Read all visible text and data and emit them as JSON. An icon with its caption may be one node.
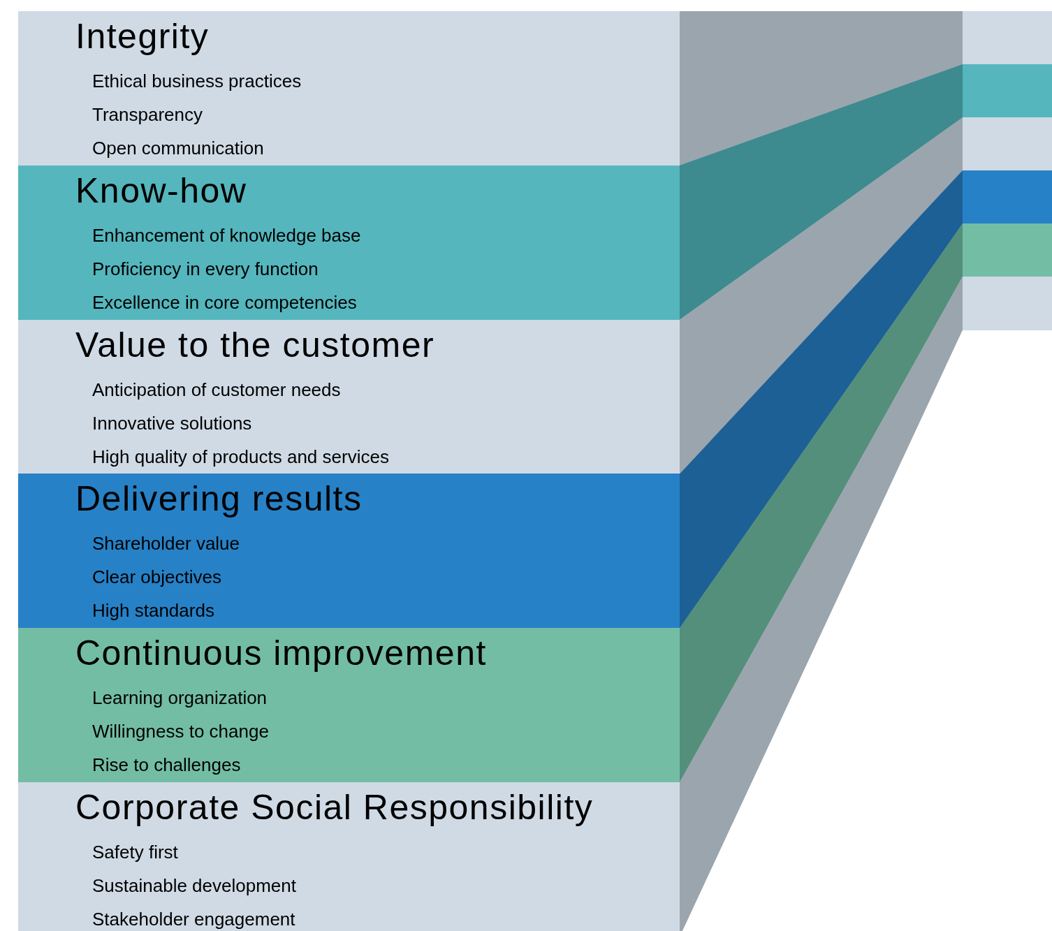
{
  "diagram": {
    "nodes": [
      {
        "text": [
          "Integrity",
          "Ethical business practices",
          "Transparency",
          "Open communication"
        ]
      },
      {
        "text": [
          "Know-how",
          "Enhancement of knowledge base",
          "Proficiency in every function",
          "Excellence in core competencies"
        ]
      },
      {
        "text": [
          "Value to the customer",
          "Anticipation of customer needs",
          "Innovative solutions",
          "High quality of products and services"
        ]
      },
      {
        "text": [
          "Delivering results",
          "Shareholder value",
          "Clear objectives",
          "High standards"
        ]
      },
      {
        "text": [
          "Continuous improvement",
          "Learning organization",
          "Willingness to change",
          "Rise to challenges"
        ]
      },
      {
        "text": [
          "Corporate Social Responsibility",
          "Safety first",
          "Sustainable development",
          "Stakeholder engagement"
        ]
      },
      {
        "text": [],
        "shape": "bar"
      },
      {
        "text": [],
        "shape": "bar"
      },
      {
        "text": [],
        "shape": "bar"
      },
      {
        "text": [],
        "shape": "bar"
      },
      {
        "text": [],
        "shape": "bar"
      },
      {
        "text": [],
        "shape": "bar"
      }
    ],
    "edges": [
      {
        "from": 0,
        "to": 6,
        "arrow": "none",
        "style": "thick",
        "color": "#9ba5ae"
      },
      {
        "from": 1,
        "to": 7,
        "arrow": "none",
        "style": "thick",
        "color": "#3d8a8f"
      },
      {
        "from": 2,
        "to": 8,
        "arrow": "none",
        "style": "thick",
        "color": "#9ba5ae"
      },
      {
        "from": 3,
        "to": 9,
        "arrow": "none",
        "style": "thick",
        "color": "#1c6096"
      },
      {
        "from": 4,
        "to": 10,
        "arrow": "none",
        "style": "thick",
        "color": "#548f7b"
      },
      {
        "from": 5,
        "to": 11,
        "arrow": "none",
        "style": "thick",
        "color": "#9ba5ae"
      }
    ]
  }
}
